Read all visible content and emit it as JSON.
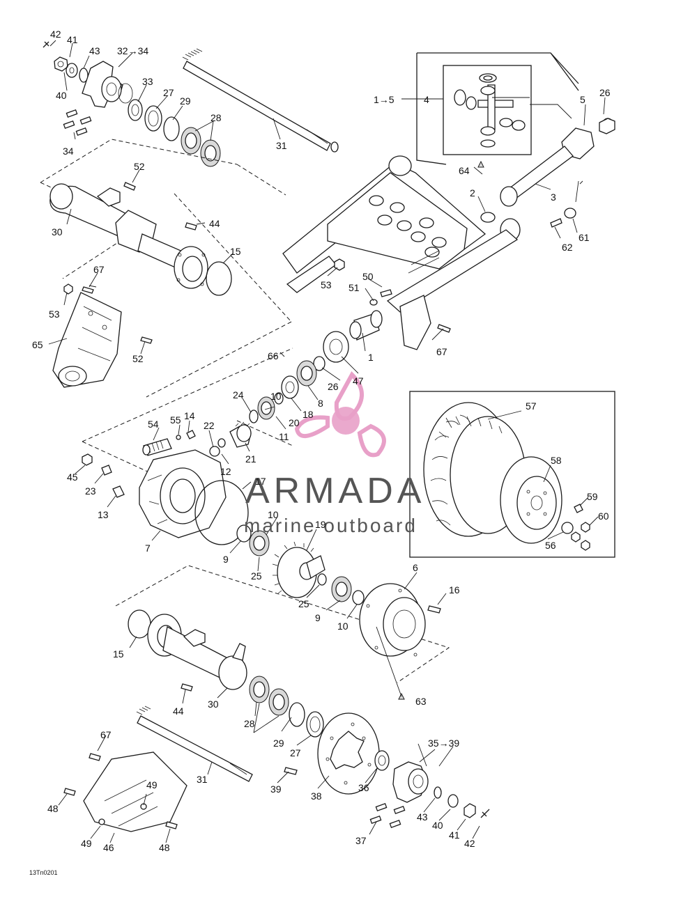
{
  "figure_code": "13Tn0201",
  "watermark": {
    "brand": "ARMADA",
    "tagline": "marine outboard",
    "color": "#e8a0c8"
  },
  "callouts": {
    "c1_5": "1→5",
    "c4": "4",
    "c5": "5",
    "c26a": "26",
    "c64": "64",
    "c2": "2",
    "c3": "3",
    "c62": "62",
    "c61": "61",
    "c42a": "42",
    "c41a": "41",
    "c43a": "43",
    "c32_34": "32→34",
    "c40a": "40",
    "c33": "33",
    "c27a": "27",
    "c29a": "29",
    "c28a": "28",
    "c34": "34",
    "c31a": "31",
    "c52a": "52",
    "c30a": "30",
    "c44a": "44",
    "c15a": "15",
    "c53a": "53",
    "c50": "50",
    "c51": "51",
    "c67a": "67",
    "c53b": "53",
    "c65": "65",
    "c52b": "52",
    "c67b": "67",
    "c1": "1",
    "c66": "66",
    "c26b": "26",
    "c47": "47",
    "c24": "24",
    "c10a": "10",
    "c8": "8",
    "c18": "18",
    "c20": "20",
    "c11": "11",
    "c54": "54",
    "c55": "55",
    "c14": "14",
    "c22": "22",
    "c21": "21",
    "c12": "12",
    "c45": "45",
    "c23": "23",
    "c13": "13",
    "c17": "17",
    "c7": "7",
    "c57": "57",
    "c58": "58",
    "c59": "59",
    "c60": "60",
    "c56": "56",
    "c19": "19",
    "c9a": "9",
    "c25a": "25",
    "c25b": "25",
    "c10b": "10",
    "c9b": "9",
    "c6": "6",
    "c16": "16",
    "c15b": "15",
    "c44b": "44",
    "c30b": "30",
    "c28b": "28",
    "c63": "63",
    "c29b": "29",
    "c27b": "27",
    "c67c": "67",
    "c31b": "31",
    "c39": "39",
    "c38": "38",
    "c36": "36",
    "c35_39": "35→39",
    "c43b": "43",
    "c40b": "40",
    "c41b": "41",
    "c42b": "42",
    "c37": "37",
    "c48a": "48",
    "c49a": "49",
    "c49b": "49",
    "c46": "46",
    "c48b": "48"
  }
}
